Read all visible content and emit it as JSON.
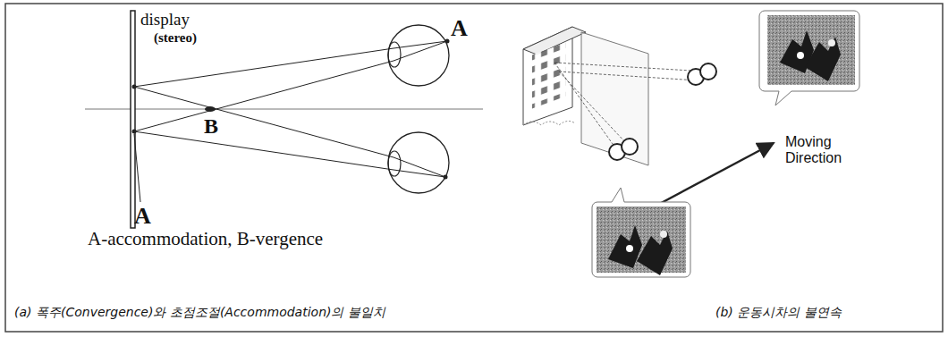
{
  "diagram": {
    "labels": [
      "display",
      "(stereo)",
      "A",
      "B",
      "A",
      "A-accommodation, B-vergence",
      "Moving Direction",
      "(a) 폭주(Convergence)와 초점조절(Accommodation)의 불일치",
      "(b) 운동시차의 불연속"
    ]
  }
}
